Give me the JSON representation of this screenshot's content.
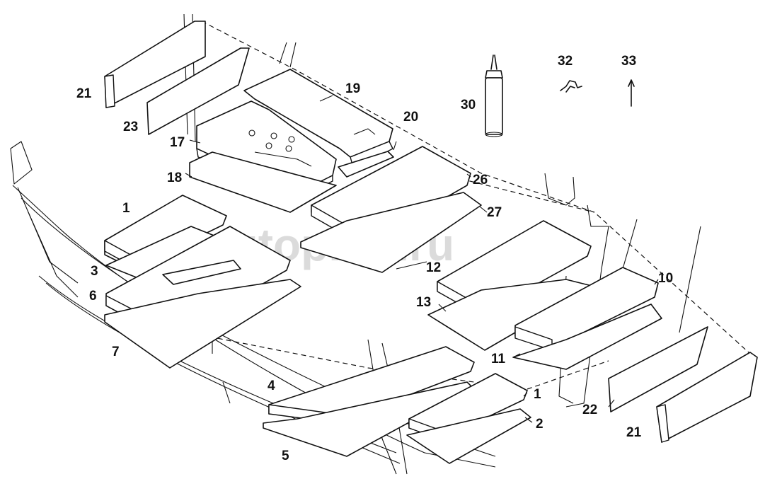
{
  "diagram": {
    "watermark": "autopiter.ru",
    "callouts": [
      {
        "id": "c21a",
        "text": "21"
      },
      {
        "id": "c23",
        "text": "23"
      },
      {
        "id": "c19",
        "text": "19"
      },
      {
        "id": "c20",
        "text": "20"
      },
      {
        "id": "c30",
        "text": "30"
      },
      {
        "id": "c32",
        "text": "32"
      },
      {
        "id": "c33",
        "text": "33"
      },
      {
        "id": "c17",
        "text": "17"
      },
      {
        "id": "c18",
        "text": "18"
      },
      {
        "id": "c26",
        "text": "26"
      },
      {
        "id": "c27",
        "text": "27"
      },
      {
        "id": "c1a",
        "text": "1"
      },
      {
        "id": "c3",
        "text": "3"
      },
      {
        "id": "c6",
        "text": "6"
      },
      {
        "id": "c7",
        "text": "7"
      },
      {
        "id": "c12",
        "text": "12"
      },
      {
        "id": "c13",
        "text": "13"
      },
      {
        "id": "c10",
        "text": "10"
      },
      {
        "id": "c11",
        "text": "11"
      },
      {
        "id": "c4",
        "text": "4"
      },
      {
        "id": "c5",
        "text": "5"
      },
      {
        "id": "c1b",
        "text": "1"
      },
      {
        "id": "c2",
        "text": "2"
      },
      {
        "id": "c22",
        "text": "22"
      },
      {
        "id": "c21b",
        "text": "21"
      }
    ]
  }
}
